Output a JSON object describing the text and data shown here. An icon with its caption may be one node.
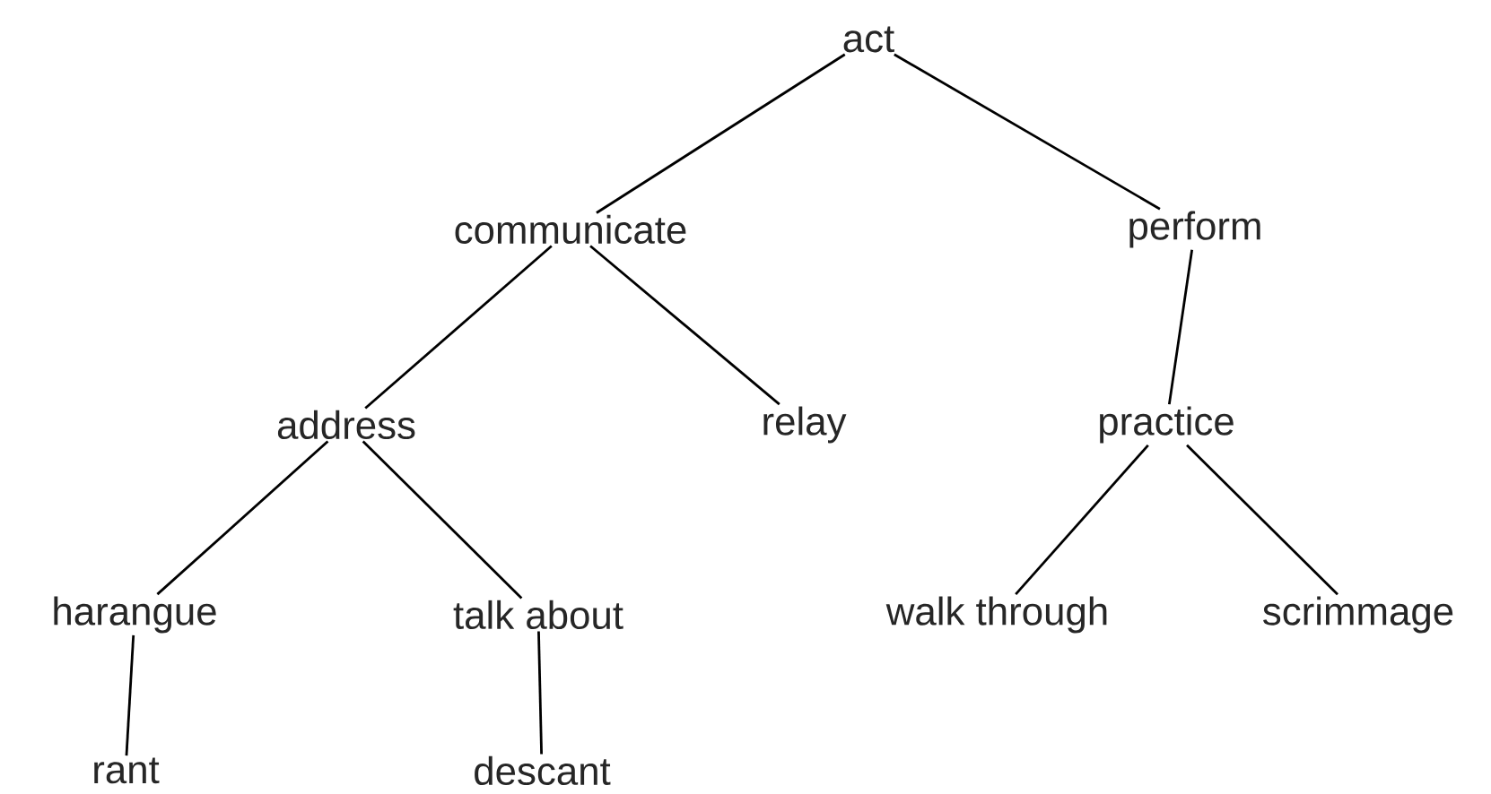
{
  "diagram": {
    "nodes": [
      {
        "text": [
          "act"
        ]
      },
      {
        "text": [
          "communicate"
        ]
      },
      {
        "text": [
          "perform"
        ]
      },
      {
        "text": [
          "address"
        ]
      },
      {
        "text": [
          "relay"
        ]
      },
      {
        "text": [
          "practice"
        ]
      },
      {
        "text": [
          "harangue"
        ]
      },
      {
        "text": [
          "talk about"
        ]
      },
      {
        "text": [
          "walk through"
        ]
      },
      {
        "text": [
          "scrimmage"
        ]
      },
      {
        "text": [
          "rant"
        ]
      },
      {
        "text": [
          "descant"
        ]
      }
    ],
    "edges": [
      {
        "from": 0,
        "to": 1,
        "arrow": "none"
      },
      {
        "from": 0,
        "to": 2,
        "arrow": "none"
      },
      {
        "from": 1,
        "to": 3,
        "arrow": "none"
      },
      {
        "from": 1,
        "to": 4,
        "arrow": "none"
      },
      {
        "from": 2,
        "to": 5,
        "arrow": "none"
      },
      {
        "from": 3,
        "to": 6,
        "arrow": "none"
      },
      {
        "from": 3,
        "to": 7,
        "arrow": "none"
      },
      {
        "from": 5,
        "to": 8,
        "arrow": "none"
      },
      {
        "from": 5,
        "to": 9,
        "arrow": "none"
      },
      {
        "from": 6,
        "to": 10,
        "arrow": "none"
      },
      {
        "from": 7,
        "to": 11,
        "arrow": "none"
      }
    ]
  }
}
